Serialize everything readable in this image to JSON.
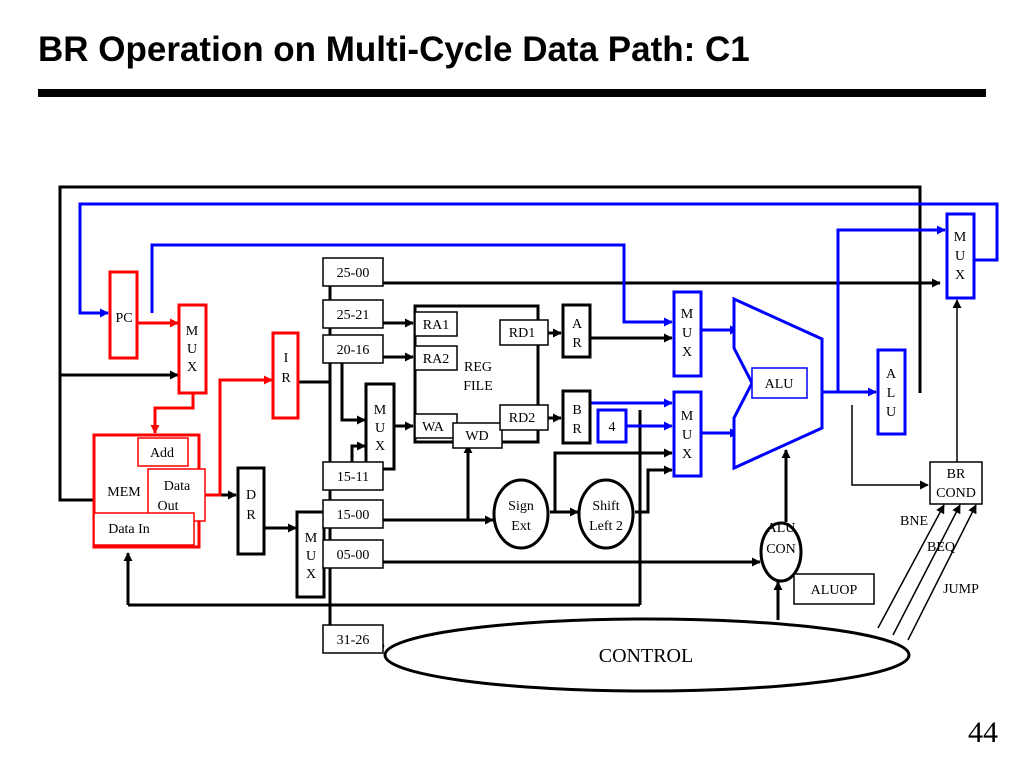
{
  "slide": {
    "title": "BR Operation on Multi-Cycle Data Path: C1",
    "page_number": "44"
  },
  "colors": {
    "active_pc_path": "#ff0000",
    "active_branch_path": "#0000ff",
    "inactive": "#000000",
    "pc_label": "#008000",
    "mux_label": "#008000"
  },
  "blocks": {
    "pc": "PC",
    "mux_pc": [
      "M",
      "U",
      "X"
    ],
    "mem": "MEM",
    "add": "Add",
    "data_out": [
      "Data",
      "Out"
    ],
    "data_in": "Data In",
    "ir": [
      "I",
      "R"
    ],
    "dr": [
      "D",
      "R"
    ],
    "mux_wa": [
      "M",
      "U",
      "X"
    ],
    "mux_wd": [
      "M",
      "U",
      "X"
    ],
    "reg_ra1": "RA1",
    "reg_ra2": "RA2",
    "reg_file": [
      "REG",
      "FILE"
    ],
    "reg_wa": "WA",
    "reg_wd": "WD",
    "reg_rd1": "RD1",
    "reg_rd2": "RD2",
    "a_reg": [
      "A",
      "R"
    ],
    "b_reg": [
      "B",
      "R"
    ],
    "const_four": "4",
    "mux_alu_a": [
      "M",
      "U",
      "X"
    ],
    "mux_alu_b": [
      "M",
      "U",
      "X"
    ],
    "alu": "ALU",
    "alu_out": [
      "A",
      "L",
      "U"
    ],
    "mux_pc_src": [
      "M",
      "U",
      "X"
    ],
    "sign_ext": [
      "Sign",
      "Ext"
    ],
    "shift_left": [
      "Shift",
      "Left 2"
    ],
    "alu_con": [
      "ALU",
      "CON"
    ],
    "aluop": "ALUOP",
    "br_cond": [
      "BR",
      "COND"
    ],
    "control": "CONTROL"
  },
  "bit_fields": [
    "25-00",
    "25-21",
    "20-16",
    "15-11",
    "15-00",
    "05-00",
    "31-26"
  ],
  "signals": [
    "BNE",
    "BEQ",
    "JUMP"
  ]
}
